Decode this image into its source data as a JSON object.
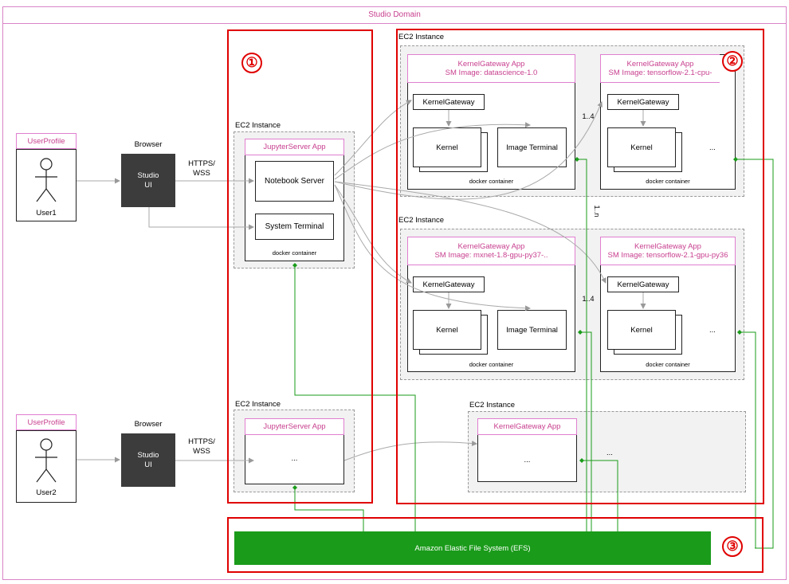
{
  "domain_title": "Studio Domain",
  "users": [
    {
      "profile": "UserProfile",
      "name": "User1"
    },
    {
      "profile": "UserProfile",
      "name": "User2"
    }
  ],
  "browser_label": "Browser",
  "studio_ui": {
    "line1": "Studio",
    "line2": "UI"
  },
  "protocol": {
    "line1": "HTTPS/",
    "line2": "WSS"
  },
  "ec2_label": "EC2 Instance",
  "jupyter_app": "JupyterServer App",
  "notebook_server": "Notebook Server",
  "system_terminal": "System Terminal",
  "docker_container": "docker container",
  "ellipsis": "...",
  "kg_app": "KernelGateway App",
  "kg_images": [
    "SM Image: datascience-1.0",
    "SM Image: tensorflow-2.1-cpu-",
    "SM Image: mxnet-1.8-gpu-py37-..",
    "SM Image: tensorflow-2.1-gpu-py36"
  ],
  "kernel_gateway": "KernelGateway",
  "kernel": "Kernel",
  "image_terminal": "Image Terminal",
  "multiplicity_1_4": "1..4",
  "multiplicity_1_n": "1..n",
  "efs": "Amazon Elastic File System (EFS)",
  "callouts": [
    "①",
    "②",
    "③"
  ],
  "colors": {
    "accent_pink": "#c8408f",
    "highlight_red": "#e00000",
    "efs_green": "#1a9b1a",
    "studio_dark": "#3c3c3c"
  }
}
